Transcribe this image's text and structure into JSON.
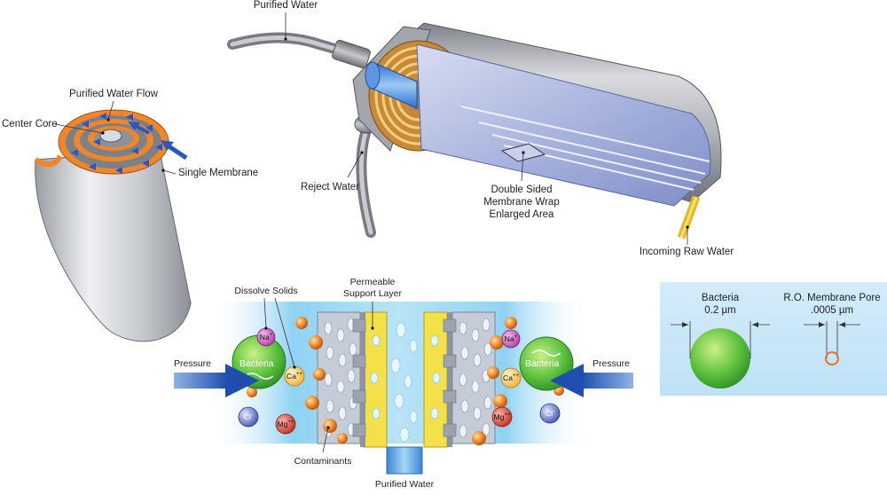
{
  "spiral": {
    "flow_label": "Purified Water Flow",
    "core_label": "Center Core",
    "membrane_label": "Single Membrane"
  },
  "cartridge": {
    "purified_label": "Purified Water",
    "reject_label": "Reject Water",
    "wrap_label_1": "Double Sided",
    "wrap_label_2": "Membrane Wrap",
    "wrap_label_3": "Enlarged Area",
    "raw_label": "Incoming Raw Water"
  },
  "cross_section": {
    "dissolve_label": "Dissolve Solids",
    "support_label_1": "Permeable",
    "support_label_2": "Support Layer",
    "pressure_left": "Pressure",
    "pressure_right": "Pressure",
    "bacteria_left": "Bacteria",
    "bacteria_right": "Bacteria",
    "contaminants_label": "Contaminants",
    "purified_label": "Purified Water",
    "ions": {
      "na": "Na",
      "na_charge": "+",
      "ca": "Ca",
      "ca_charge": "++",
      "cl": "Cl",
      "cl_charge": "-",
      "mg": "Mg",
      "mg_charge": "++"
    }
  },
  "comparison": {
    "bacteria_label": "Bacteria",
    "bacteria_size": "0.2 µm",
    "pore_label": "R.O. Membrane Pore",
    "pore_size": ".0005 µm",
    "panel_color": "#c9e6f7"
  }
}
